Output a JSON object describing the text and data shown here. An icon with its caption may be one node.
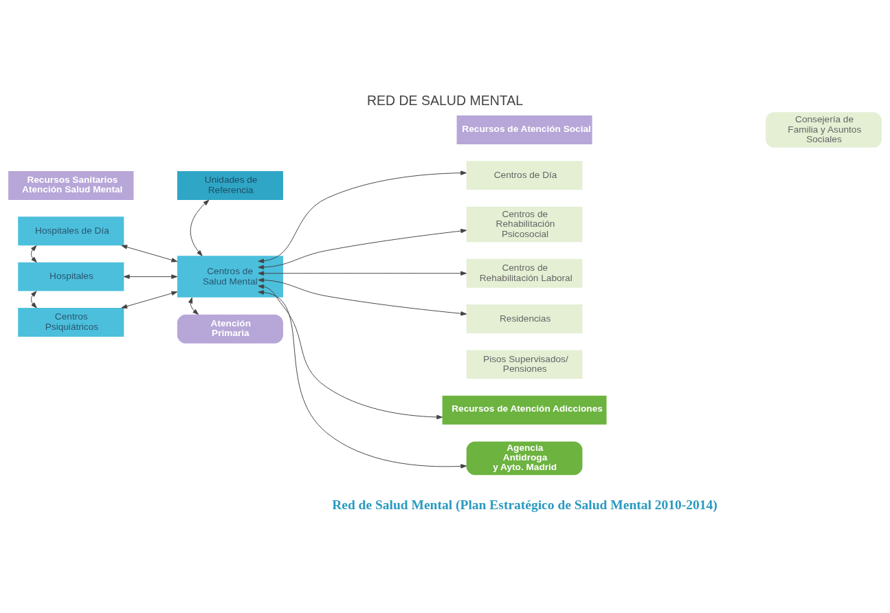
{
  "diagram": {
    "title": "RED DE SALUD MENTAL",
    "caption": "Red de Salud Mental (Plan Estratégico de Salud Mental 2010-2014)",
    "nodes": [
      {
        "text": [
          "Recursos Sanitarios Atención Salud Mental"
        ]
      },
      {
        "text": [
          "Recursos de Atención Social"
        ]
      },
      {
        "text": [
          "Hospitales de Día"
        ]
      },
      {
        "text": [
          "Hospitales"
        ]
      },
      {
        "text": [
          "Centros Psiquiátricos"
        ]
      },
      {
        "text": [
          "Unidades de Referencia"
        ]
      },
      {
        "text": [
          "Centros de Salud Mental"
        ]
      },
      {
        "text": [
          "Atención Primaria"
        ]
      },
      {
        "text": [
          "Centros de Día"
        ]
      },
      {
        "text": [
          "Centros de Rehabilitación Psicosocial"
        ]
      },
      {
        "text": [
          "Centros de Rehabilitación Laboral"
        ]
      },
      {
        "text": [
          "Residencias"
        ]
      },
      {
        "text": [
          "Pisos Supervisados/ Pensiones"
        ]
      },
      {
        "text": [
          "Consejería de Familia y Asuntos Sociales"
        ]
      },
      {
        "text": [
          "Recursos de Atención Adicciones"
        ]
      },
      {
        "text": [
          "Agencia Antidroga y Ayto. Madrid"
        ]
      }
    ],
    "edges": [
      {
        "from": 2,
        "to": 3,
        "arrow": "both"
      },
      {
        "from": 3,
        "to": 4,
        "arrow": "both"
      },
      {
        "from": 2,
        "to": 6,
        "arrow": "both"
      },
      {
        "from": 3,
        "to": 6,
        "arrow": "both"
      },
      {
        "from": 4,
        "to": 6,
        "arrow": "both"
      },
      {
        "from": 5,
        "to": 6,
        "arrow": "both"
      },
      {
        "from": 6,
        "to": 7,
        "arrow": "both"
      },
      {
        "from": 6,
        "to": 8,
        "arrow": "both"
      },
      {
        "from": 6,
        "to": 9,
        "arrow": "both"
      },
      {
        "from": 6,
        "to": 10,
        "arrow": "both"
      },
      {
        "from": 6,
        "to": 11,
        "arrow": "both"
      },
      {
        "from": 6,
        "to": 14,
        "arrow": "both"
      },
      {
        "from": 6,
        "to": 15,
        "arrow": "both"
      }
    ]
  }
}
